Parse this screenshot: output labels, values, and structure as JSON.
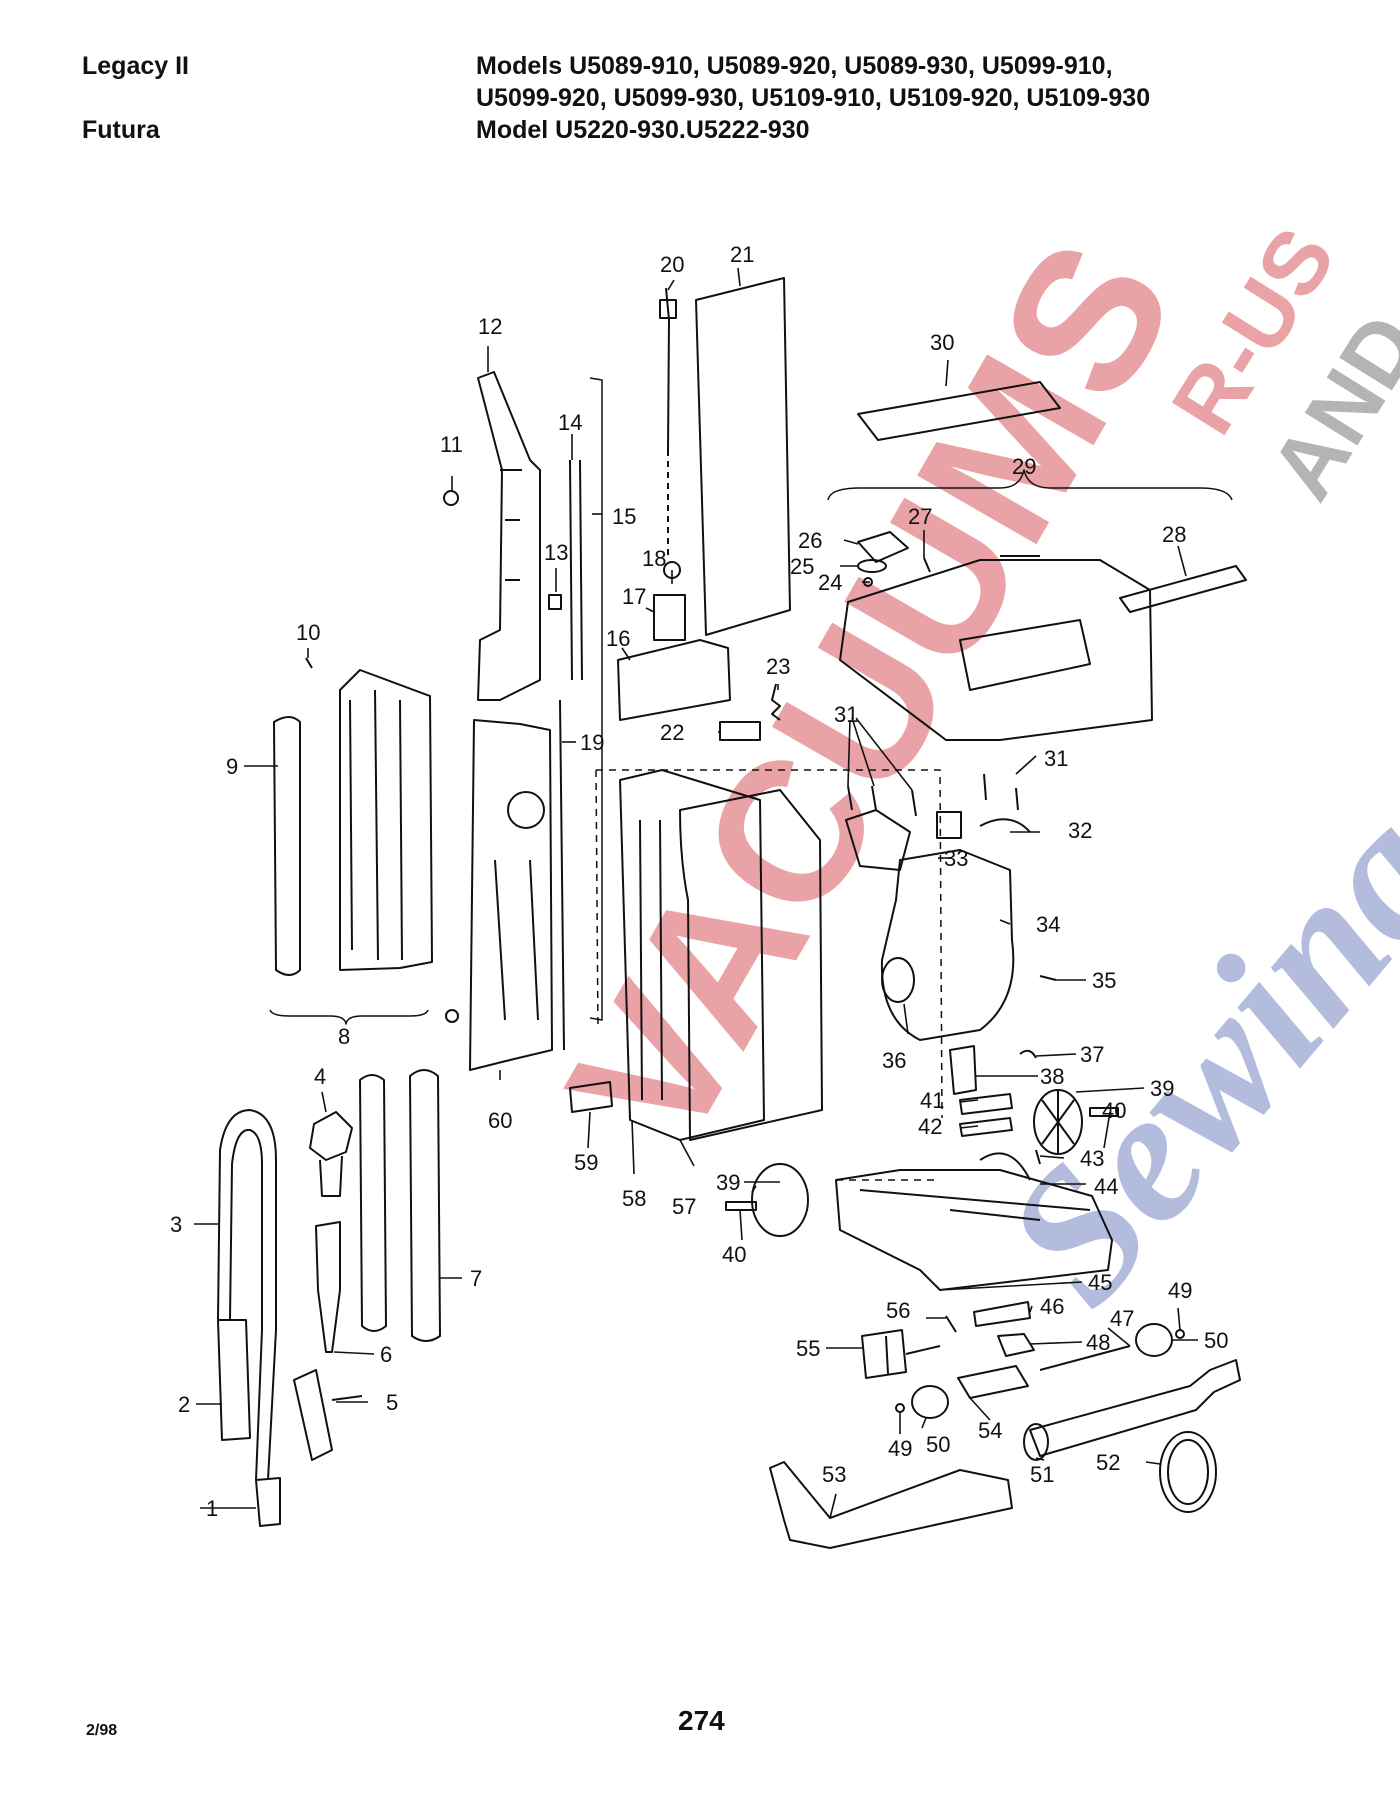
{
  "header": {
    "left_line1": "Legacy II",
    "left_line2": "Futura",
    "models_line1": "Models U5089-910, U5089-920, U5089-930, U5099-910,",
    "models_line2": "U5099-920, U5099-930, U5109-910, U5109-920, U5109-930",
    "models_line3": "Model  U5220-930.U5222-930"
  },
  "watermark": {
    "word1": "VACUUMS",
    "word2": "R-US",
    "word3": "AND",
    "word4": "Sewing too",
    "color_red": "#e2848a",
    "color_blue": "#9aa6d2"
  },
  "parts": [
    "1",
    "2",
    "3",
    "4",
    "5",
    "6",
    "7",
    "8",
    "9",
    "10",
    "11",
    "12",
    "13",
    "14",
    "15",
    "16",
    "17",
    "18",
    "19",
    "20",
    "21",
    "22",
    "23",
    "24",
    "25",
    "26",
    "27",
    "28",
    "29",
    "30",
    "31",
    "32",
    "33",
    "34",
    "35",
    "36",
    "37",
    "38",
    "39",
    "40",
    "41",
    "42",
    "43",
    "44",
    "45",
    "46",
    "47",
    "48",
    "49",
    "50",
    "51",
    "52",
    "53",
    "54",
    "55",
    "56",
    "57",
    "58",
    "59",
    "60"
  ],
  "footer": {
    "date": "2/98",
    "page": "274"
  }
}
